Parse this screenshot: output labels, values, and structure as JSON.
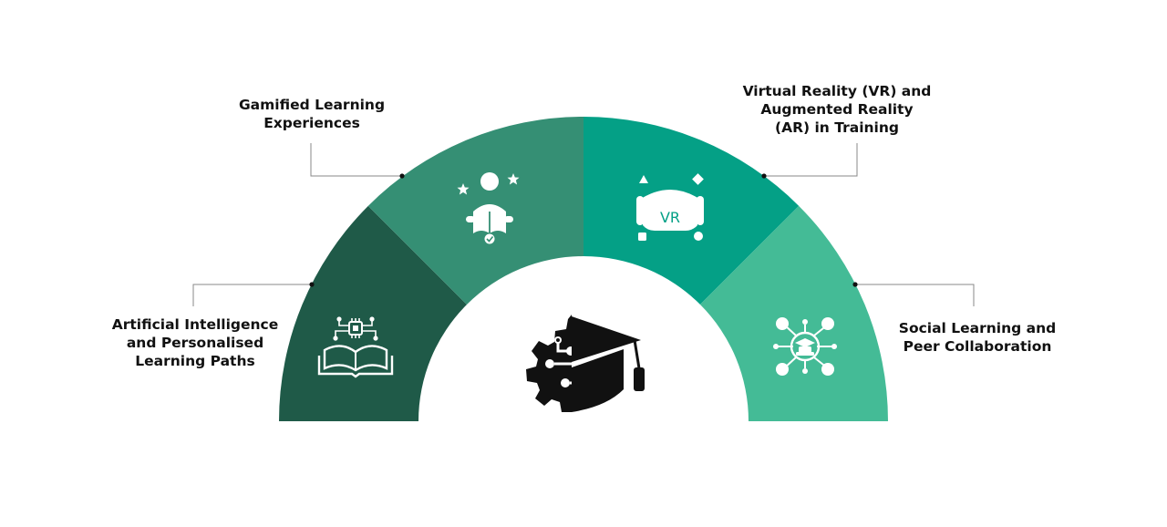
{
  "diagram": {
    "segments": [
      {
        "id": "ai",
        "lines": [
          "Artificial Intelligence",
          "and Personalised",
          "Learning Paths"
        ],
        "color": "#1f5a48",
        "icon": "book-circuit-icon"
      },
      {
        "id": "gamified",
        "lines": [
          "Gamified Learning",
          "Experiences"
        ],
        "color": "#358f74",
        "icon": "reader-stars-icon"
      },
      {
        "id": "vr",
        "lines": [
          "Virtual Reality (VR) and",
          "Augmented Reality",
          "(AR) in Training"
        ],
        "color": "#04a086",
        "icon": "vr-headset-icon",
        "icon_text": "VR"
      },
      {
        "id": "social",
        "lines": [
          "Social Learning and",
          "Peer Collaboration"
        ],
        "color": "#44bb96",
        "icon": "network-graduate-icon"
      }
    ],
    "center_icon": "gear-graduation-cap-icon",
    "connector_color": "#888888"
  }
}
